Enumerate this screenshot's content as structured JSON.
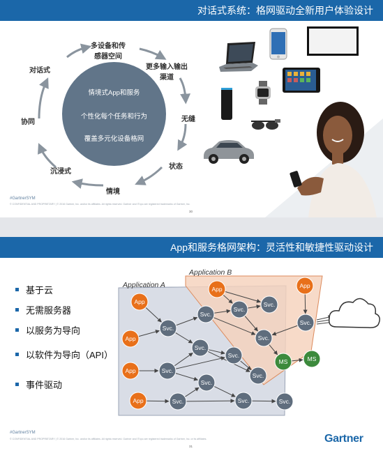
{
  "slide1": {
    "title": "对话式系统：格网驱动全新用户体验设计",
    "cycle_items": [
      "多设备和传\n感器空间",
      "更多输入输出\n渠道",
      "无缝",
      "状态",
      "情境",
      "沉浸式",
      "协同",
      "对话式"
    ],
    "center_lines": [
      "情境式App和服务",
      "个性化每个任务和行为",
      "覆盖多元化设备格网"
    ],
    "footer_tag": "#GartnerSYM",
    "footer_note": "© CONFIDENTIAL AND PROPRIETARY | © 2016 Gartner, Inc. and/or its affiliates. All rights reserved. Gartner and ITxpo are registered trademarks of Gartner, Inc.",
    "page_number": "30",
    "devices": [
      "laptop-icon",
      "smartphone-icon",
      "tv-icon",
      "smart-speaker-icon",
      "smartwatch-icon",
      "tablet-icon",
      "smart-glasses-icon",
      "car-icon"
    ]
  },
  "slide2": {
    "title": "App和服务格网架构：灵活性和敏捷性驱动设计",
    "bullets": [
      "基于云",
      "无需服务器",
      "以服务为导向",
      "以软件为导向（API）",
      "事件驱动"
    ],
    "region_a_label": "Application A",
    "region_b_label": "Application B",
    "app_label": "App",
    "svc_label": "Svc.",
    "ms_label": "MS",
    "footer_tag": "#GartnerSYM",
    "footer_note": "© CONFIDENTIAL AND PROPRIETARY | © 2016 Gartner, Inc. and/or its affiliates. All rights reserved. Gartner and ITxpo are registered trademarks of Gartner, Inc. or its affiliates.",
    "page_number": "31",
    "logo_text": "Gartner"
  },
  "colors": {
    "brand_blue": "#1b67a9",
    "center_circle": "#617589",
    "app_node": "#e8701a",
    "svc_node": "#5f6d7d",
    "ms_node": "#3c8a3c",
    "arrow": "#8a949e"
  }
}
